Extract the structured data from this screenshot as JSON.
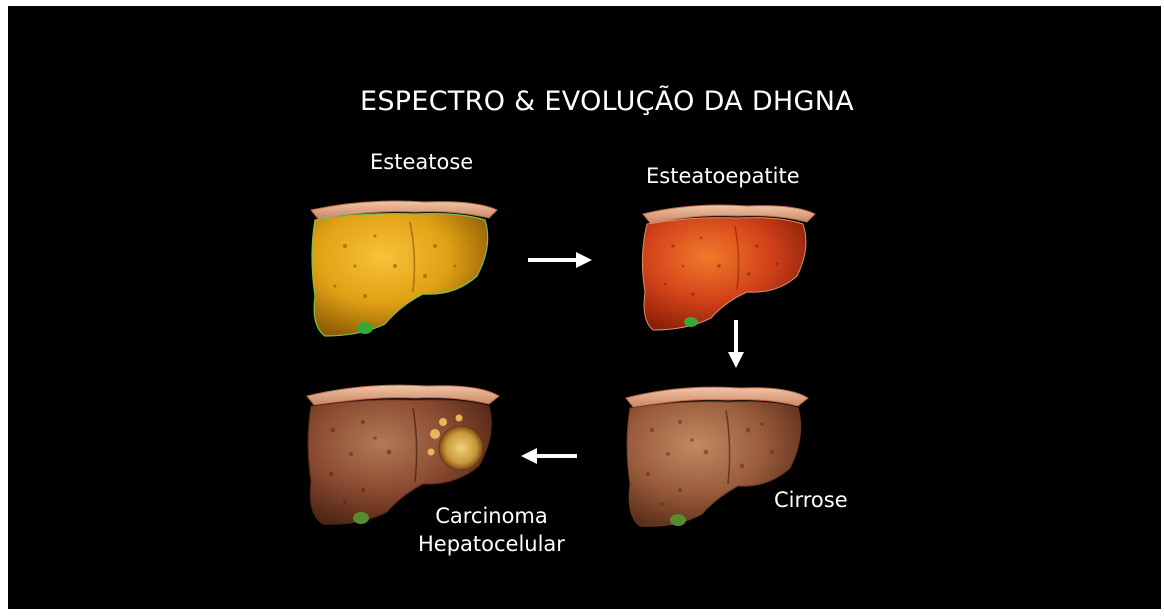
{
  "slide": {
    "title": "ESPECTRO & EVOLUÇÃO DA DHGNA",
    "background_color": "#000000",
    "text_color": "#ffffff"
  },
  "stages": {
    "steatosis": {
      "label": "Esteatose",
      "color": "#e0a014"
    },
    "steatohepatitis": {
      "label": "Esteatoepatite",
      "color": "#d2421a"
    },
    "cirrhosis": {
      "label": "Cirrose",
      "color": "#9a5c3c"
    },
    "hcc": {
      "label_line1": "Carcinoma",
      "label_line2": "Hepatocelular",
      "color": "#8a4a32"
    }
  },
  "arrows": {
    "color": "#ffffff",
    "flow": [
      "steatosis-to-steatohepatitis",
      "steatohepatitis-to-cirrhosis",
      "cirrhosis-to-hcc"
    ]
  }
}
